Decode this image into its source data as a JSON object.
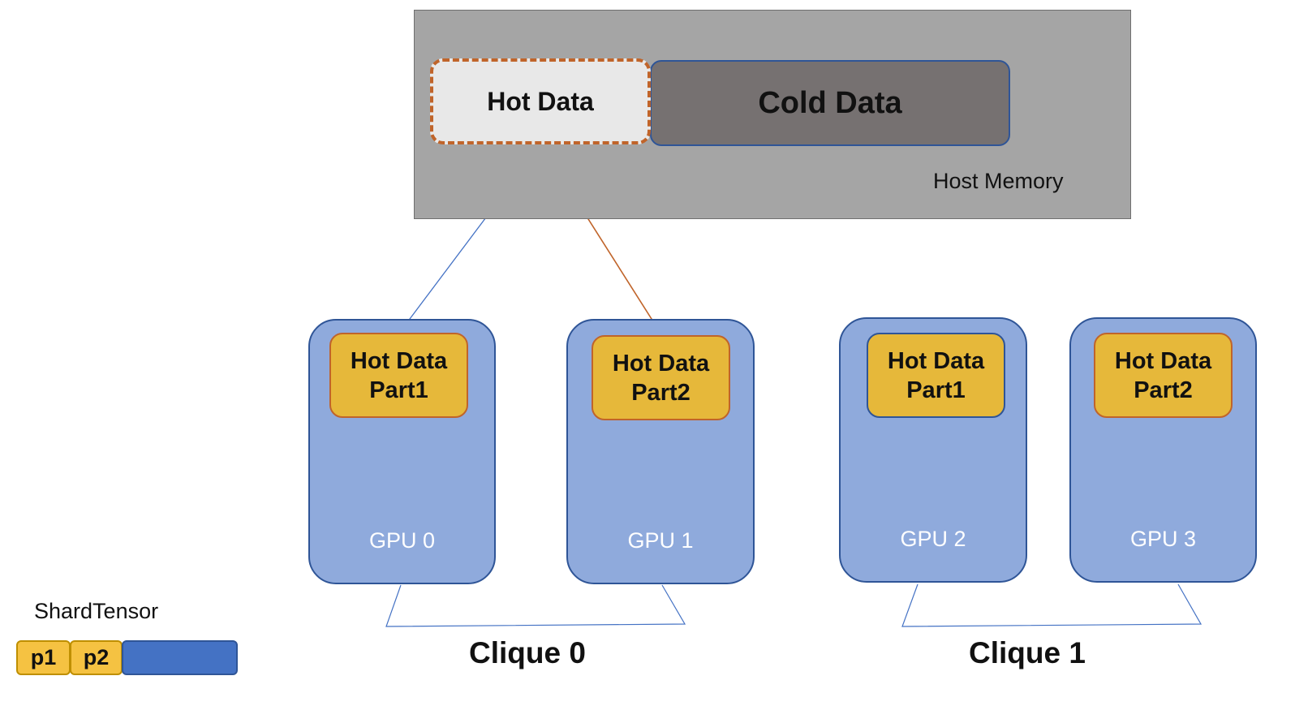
{
  "host_memory": {
    "label": "Host Memory",
    "hot_data_label": "Hot Data",
    "cold_data_label": "Cold Data"
  },
  "gpus": [
    {
      "label": "GPU 0",
      "part_line1": "Hot Data",
      "part_line2": "Part1"
    },
    {
      "label": "GPU 1",
      "part_line1": "Hot Data",
      "part_line2": "Part2"
    },
    {
      "label": "GPU 2",
      "part_line1": "Hot Data",
      "part_line2": "Part1"
    },
    {
      "label": "GPU 3",
      "part_line1": "Hot Data",
      "part_line2": "Part2"
    }
  ],
  "cliques": [
    "Clique 0",
    "Clique 1"
  ],
  "shard_tensor": {
    "label": "ShardTensor",
    "cells": [
      "p1",
      "p2",
      ""
    ]
  },
  "colors": {
    "host_memory_bg": "#a5a5a5",
    "cold_data_bg": "#767171",
    "hot_data_border": "#c0642a",
    "gpu_bg": "#8faadc",
    "part_bg": "#e6b83a",
    "link_blue": "#4472c4",
    "link_orange": "#c0642a"
  }
}
